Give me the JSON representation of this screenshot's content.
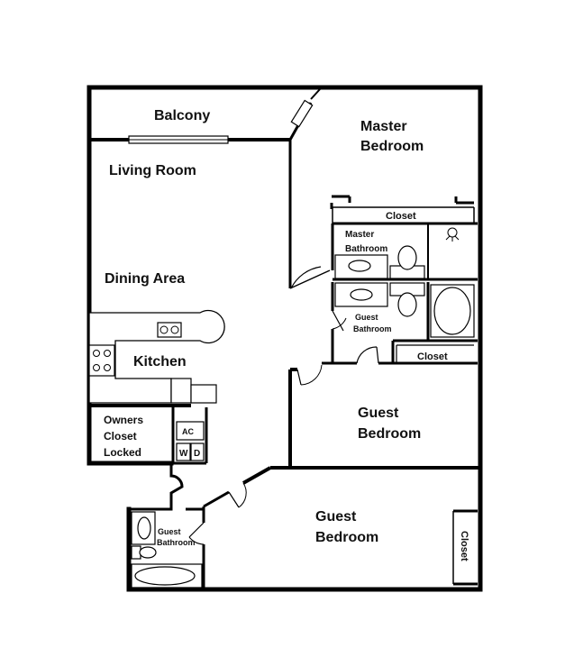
{
  "rooms": {
    "balcony": "Balcony",
    "master_bedroom_line1": "Master",
    "master_bedroom_line2": "Bedroom",
    "living_room": "Living Room",
    "master_closet": "Closet",
    "master_bathroom_line1": "Master",
    "master_bathroom_line2": "Bathroom",
    "dining_area": "Dining Area",
    "guest_bathroom_1_line1": "Guest",
    "guest_bathroom_1_line2": "Bathroom",
    "kitchen": "Kitchen",
    "guest_closet_1": "Closet",
    "guest_bedroom_1_line1": "Guest",
    "guest_bedroom_1_line2": "Bedroom",
    "owners_closet_line1": "Owners",
    "owners_closet_line2": "Closet",
    "owners_closet_line3": "Locked",
    "ac": "AC",
    "washer": "W",
    "dryer": "D",
    "guest_bathroom_2_line1": "Guest",
    "guest_bathroom_2_line2": "Bathroom",
    "guest_bedroom_2_line1": "Guest",
    "guest_bedroom_2_line2": "Bedroom",
    "guest_closet_2": "Closet"
  },
  "colors": {
    "wall": "#000000",
    "background": "#ffffff"
  }
}
